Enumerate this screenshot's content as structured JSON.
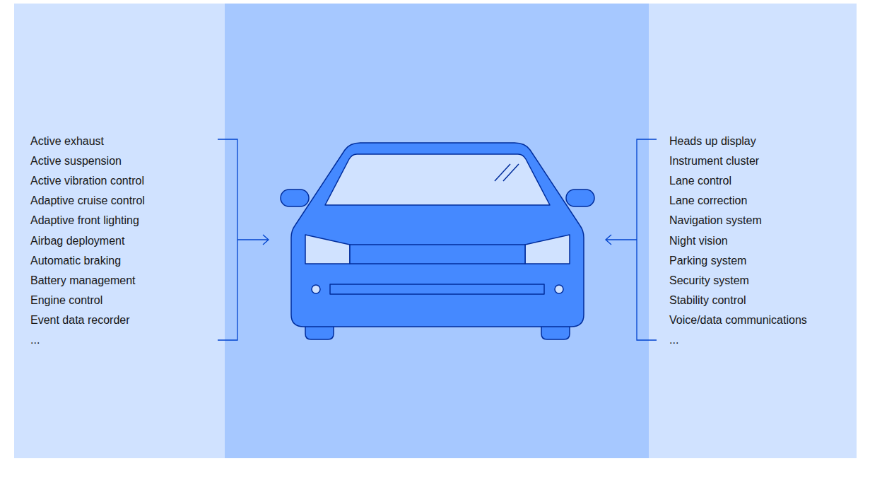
{
  "diagram": {
    "labels": [
      "Active exhaust",
      "Active suspension",
      "Active vibration control",
      "Adaptive cruise control",
      "Adaptive front lighting",
      "Airbag deployment",
      "Automatic braking",
      "Battery management",
      "Engine control",
      "Event data recorder",
      "...",
      "Heads up display",
      "Instrument cluster",
      "Lane control",
      "Lane correction",
      "Navigation system",
      "Night vision",
      "Parking system",
      "Security system",
      "Stability control",
      "Voice/data communications",
      "..."
    ]
  }
}
